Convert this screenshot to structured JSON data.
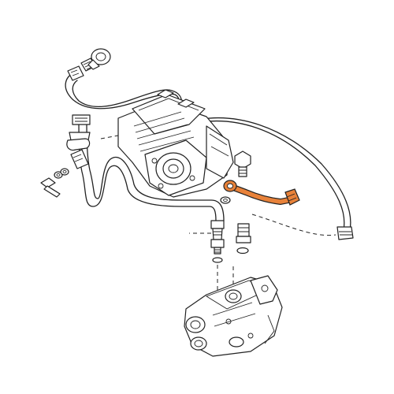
{
  "diagram": {
    "type": "exploded-parts-illustration",
    "highlight_color": "#e8823a",
    "line_color": "#222222",
    "background": "#ffffff",
    "parts": [
      "air-compressor",
      "pressure-line",
      "supply-hose",
      "return-hose",
      "highlighted-pipe",
      "banjo-bolt",
      "sealing-washers",
      "hose-fittings",
      "governor-valve-block"
    ]
  }
}
